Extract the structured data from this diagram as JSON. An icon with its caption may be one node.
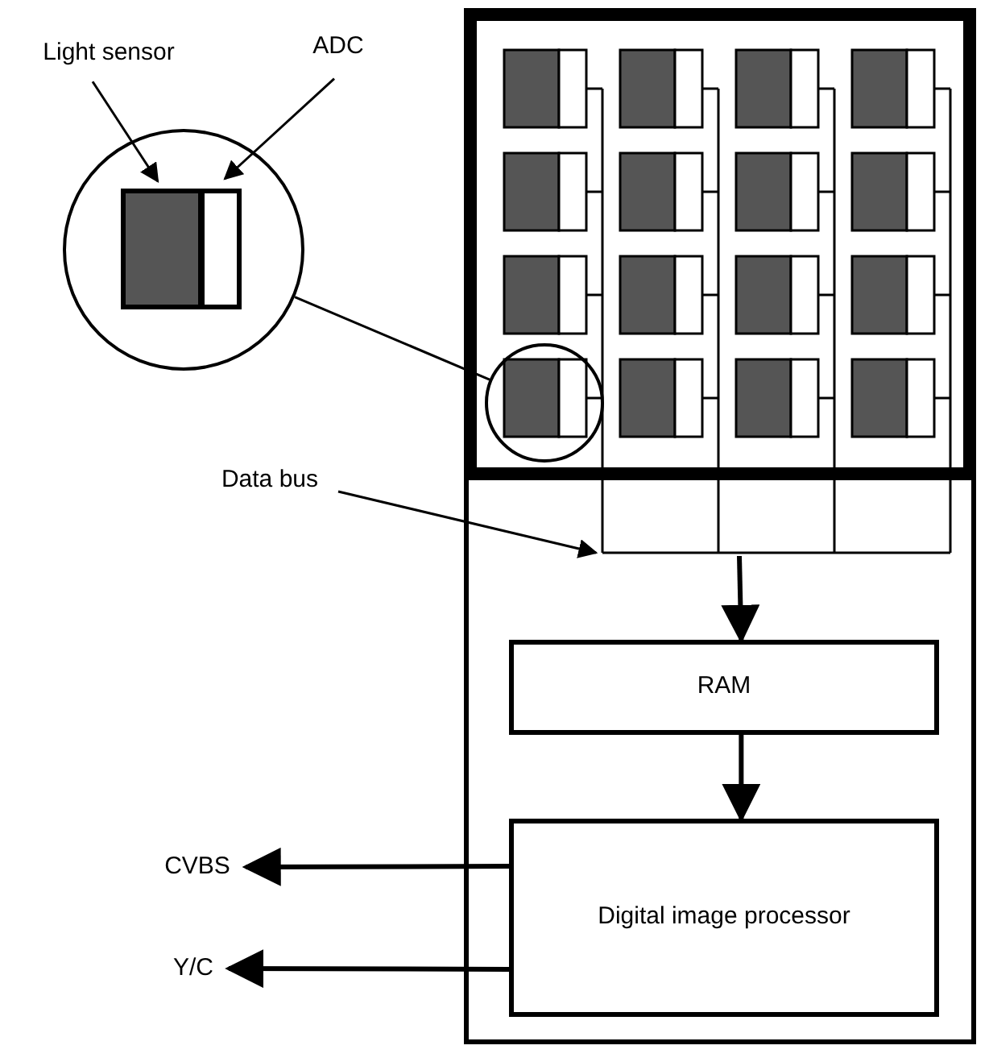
{
  "diagram": {
    "nodes": [
      {
        "text": [],
        "shape": "box"
      },
      {
        "text": [],
        "shape": "box",
        "in": 0
      },
      {
        "text": [],
        "shape": "circle",
        "in": 1
      },
      {
        "text": [
          "Light sensor"
        ]
      },
      {
        "text": [
          "ADC"
        ]
      },
      {
        "text": [],
        "shape": "circle"
      },
      {
        "text": [],
        "shape": "box",
        "in": 5
      },
      {
        "text": [],
        "shape": "box",
        "in": 5
      },
      {
        "text": [
          "Data bus"
        ]
      },
      {
        "text": [
          "RAM"
        ],
        "in": 0
      },
      {
        "text": [
          "Digital image processor"
        ],
        "in": 0
      },
      {
        "text": [
          "CVBS"
        ]
      },
      {
        "text": [
          "Y/C"
        ]
      }
    ],
    "edges": [
      {
        "from": 3,
        "to": 6,
        "arrow": "to"
      },
      {
        "from": 4,
        "to": 7,
        "arrow": "to"
      },
      {
        "from": 5,
        "to": 2,
        "arrow": "none"
      },
      {
        "from": 8,
        "to": null,
        "arrow": "to"
      },
      {
        "from": null,
        "to": 9,
        "arrow": "to",
        "style": "thick"
      },
      {
        "from": 9,
        "to": 10,
        "arrow": "to",
        "style": "thick"
      },
      {
        "from": 10,
        "to": 11,
        "arrow": "to",
        "style": "thick"
      },
      {
        "from": 10,
        "to": 12,
        "arrow": "to",
        "style": "thick"
      }
    ]
  }
}
